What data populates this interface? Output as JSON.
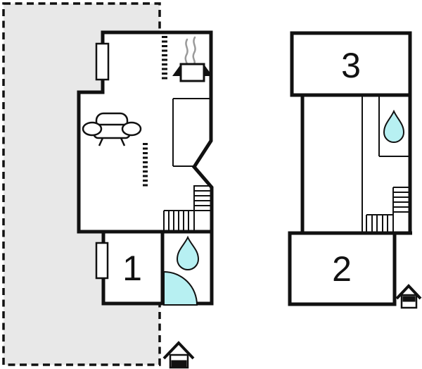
{
  "rooms": [
    {
      "label": "1"
    },
    {
      "label": "2"
    },
    {
      "label": "3"
    }
  ],
  "icons": {
    "sofa": "sofa-icon",
    "stove": "stove-pot-icon",
    "water_drop": "water-drop-icon",
    "shower": "shower-quarter-icon",
    "stairs": "stairs-icon",
    "entrance": "entrance-house-icon",
    "window": "window-icon",
    "terrace": "terrace-dashed-area"
  },
  "colors": {
    "wall": "#111111",
    "terrace_fill": "#e8e8e8",
    "water_fill": "#b7f0f2",
    "steam": "#9a9a9a",
    "background": "#ffffff"
  }
}
